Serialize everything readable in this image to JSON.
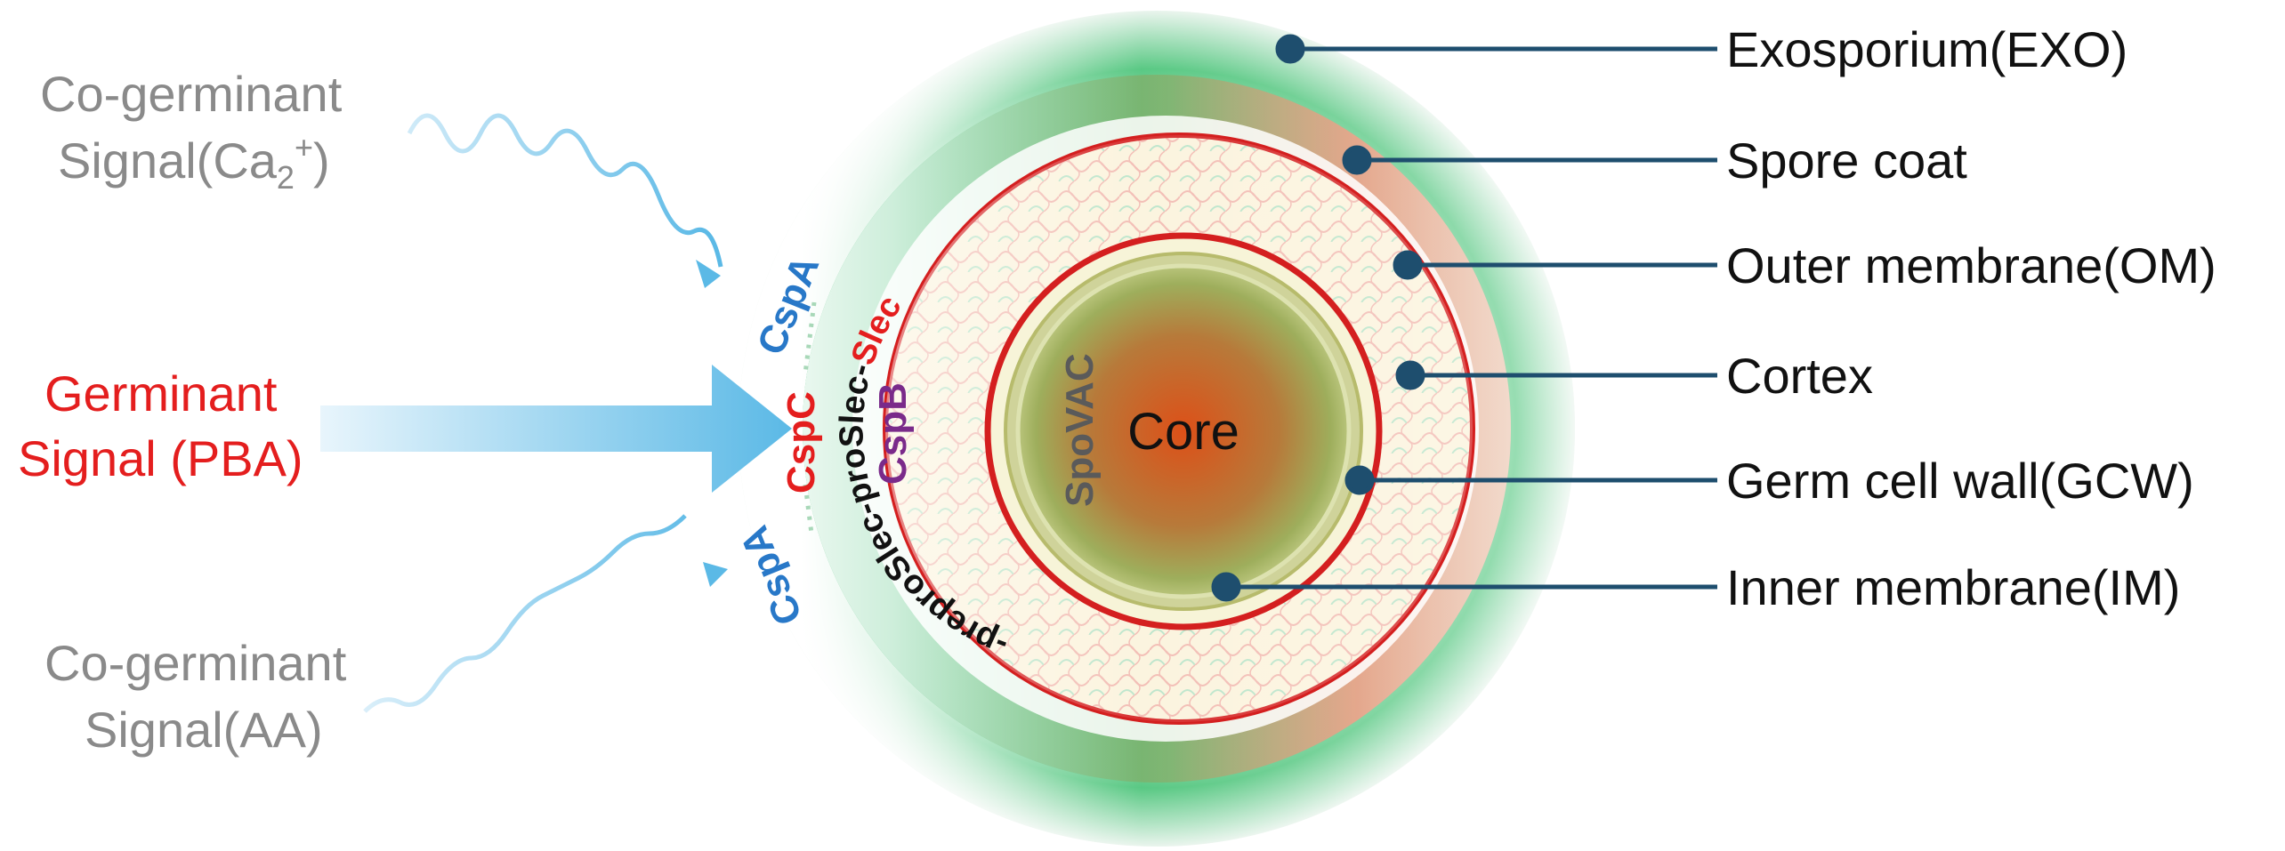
{
  "colors": {
    "exosporium": "#cfe9d8",
    "spore_coat": "#e8a48c",
    "membrane_red": "#d41f1f",
    "cortex": "#f5f0cf",
    "core_center": "#d9541e",
    "core_edge": "#a6b35c",
    "leader_line": "#1e4e6e",
    "signal_blue": "#6fc2e8",
    "gray_text": "#8a8a8a",
    "red_text": "#e41e1e",
    "cspA": "#2878c8",
    "cspC": "#e41e1e",
    "cspB": "#7a2a8a",
    "spovac": "#5a5a5a"
  },
  "signals": {
    "co_ca": {
      "line1": "Co-germinant",
      "line2_prefix": "Signal(Ca",
      "sub": "2",
      "sup": "+",
      "line2_suffix": ")"
    },
    "germinant": {
      "line1": "Germinant",
      "line2": "Signal (PBA)"
    },
    "co_aa": {
      "line1": "Co-germinant",
      "line2": "Signal(AA)"
    }
  },
  "proteins": {
    "cspA_top": "CspA",
    "cspC": "CspC",
    "cspA_bottom": "CspA",
    "cspB": "CspB",
    "spovac": "SpoVAC",
    "core": "Core",
    "prepro": "-preproSlec-proSlec-",
    "slec": "Slec"
  },
  "layers": [
    {
      "id": "exo",
      "label": "Exosporium(EXO)"
    },
    {
      "id": "coat",
      "label": "Spore coat"
    },
    {
      "id": "om",
      "label": "Outer membrane(OM)"
    },
    {
      "id": "cortex",
      "label": "Cortex"
    },
    {
      "id": "gcw",
      "label": "Germ cell wall(GCW)"
    },
    {
      "id": "im",
      "label": "Inner membrane(IM)"
    }
  ]
}
